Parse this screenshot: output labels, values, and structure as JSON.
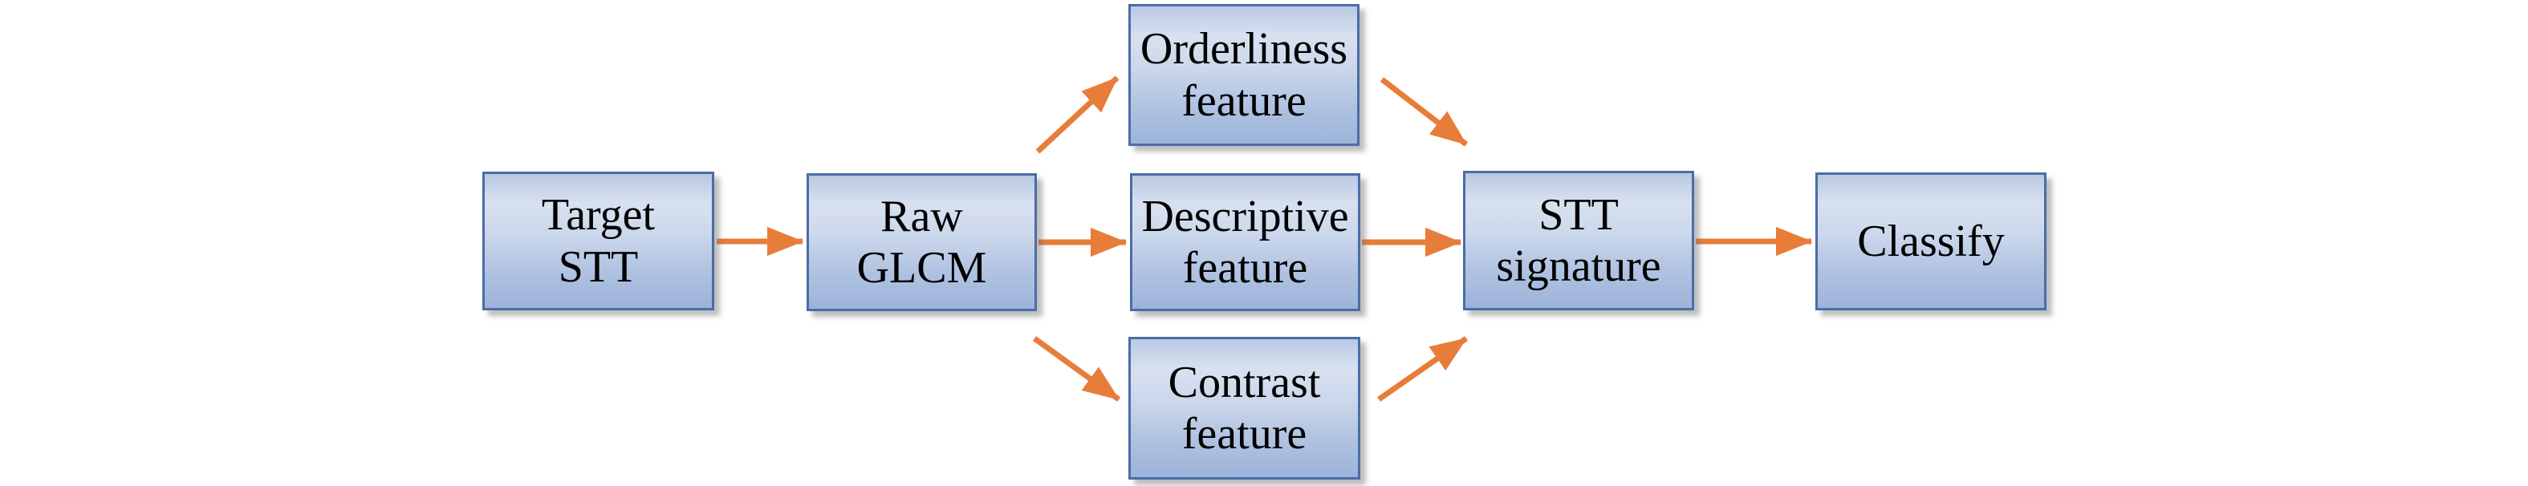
{
  "diagram": {
    "background_color": "#ffffff",
    "arrow_color": "#e87d3a",
    "box": {
      "border_color": "#4a6da6",
      "fill_top": "#b9c8e2",
      "fill_highlight": "#d8e1f0",
      "fill_bottom": "#9cb3d9",
      "text_color": "#000000"
    },
    "nodes": [
      {
        "id": "target-stt",
        "label": "Target\nSTT"
      },
      {
        "id": "raw-glcm",
        "label": "Raw\nGLCM"
      },
      {
        "id": "orderliness-feature",
        "label": "Orderliness\nfeature"
      },
      {
        "id": "descriptive-feature",
        "label": "Descriptive\nfeature"
      },
      {
        "id": "contrast-feature",
        "label": "Contrast\nfeature"
      },
      {
        "id": "stt-signature",
        "label": "STT\nsignature"
      },
      {
        "id": "classify",
        "label": "Classify"
      }
    ],
    "edges": [
      {
        "from": "target-stt",
        "to": "raw-glcm"
      },
      {
        "from": "raw-glcm",
        "to": "orderliness-feature"
      },
      {
        "from": "raw-glcm",
        "to": "descriptive-feature"
      },
      {
        "from": "raw-glcm",
        "to": "contrast-feature"
      },
      {
        "from": "orderliness-feature",
        "to": "stt-signature"
      },
      {
        "from": "descriptive-feature",
        "to": "stt-signature"
      },
      {
        "from": "contrast-feature",
        "to": "stt-signature"
      },
      {
        "from": "stt-signature",
        "to": "classify"
      }
    ]
  }
}
